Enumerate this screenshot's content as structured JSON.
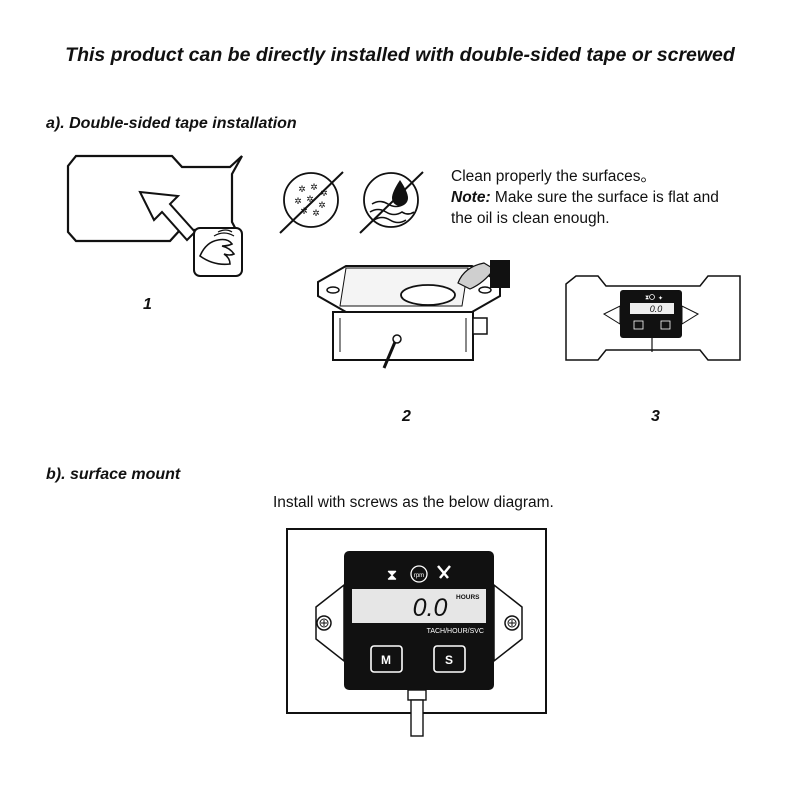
{
  "title": "This product can be directly installed with double-sided tape or screwed",
  "section_a": {
    "heading": "a). Double-sided tape installation",
    "steps": [
      "1",
      "2",
      "3"
    ],
    "instruction_line1": "Clean properly the surfaces。",
    "note_label": "Note:",
    "note_line1": " Make sure the surface is flat and",
    "note_line2": "the oil is clean enough."
  },
  "section_b": {
    "heading": "b). surface mount",
    "instruction": "Install with screws as the below diagram."
  },
  "gauge": {
    "display_value": "0.0",
    "unit_label": "HOURS",
    "model_label": "TACH/HOUR/SVC",
    "button_m": "M",
    "button_s": "S",
    "icons": [
      "hourglass-icon",
      "rpm-icon",
      "wrench-icon"
    ]
  }
}
